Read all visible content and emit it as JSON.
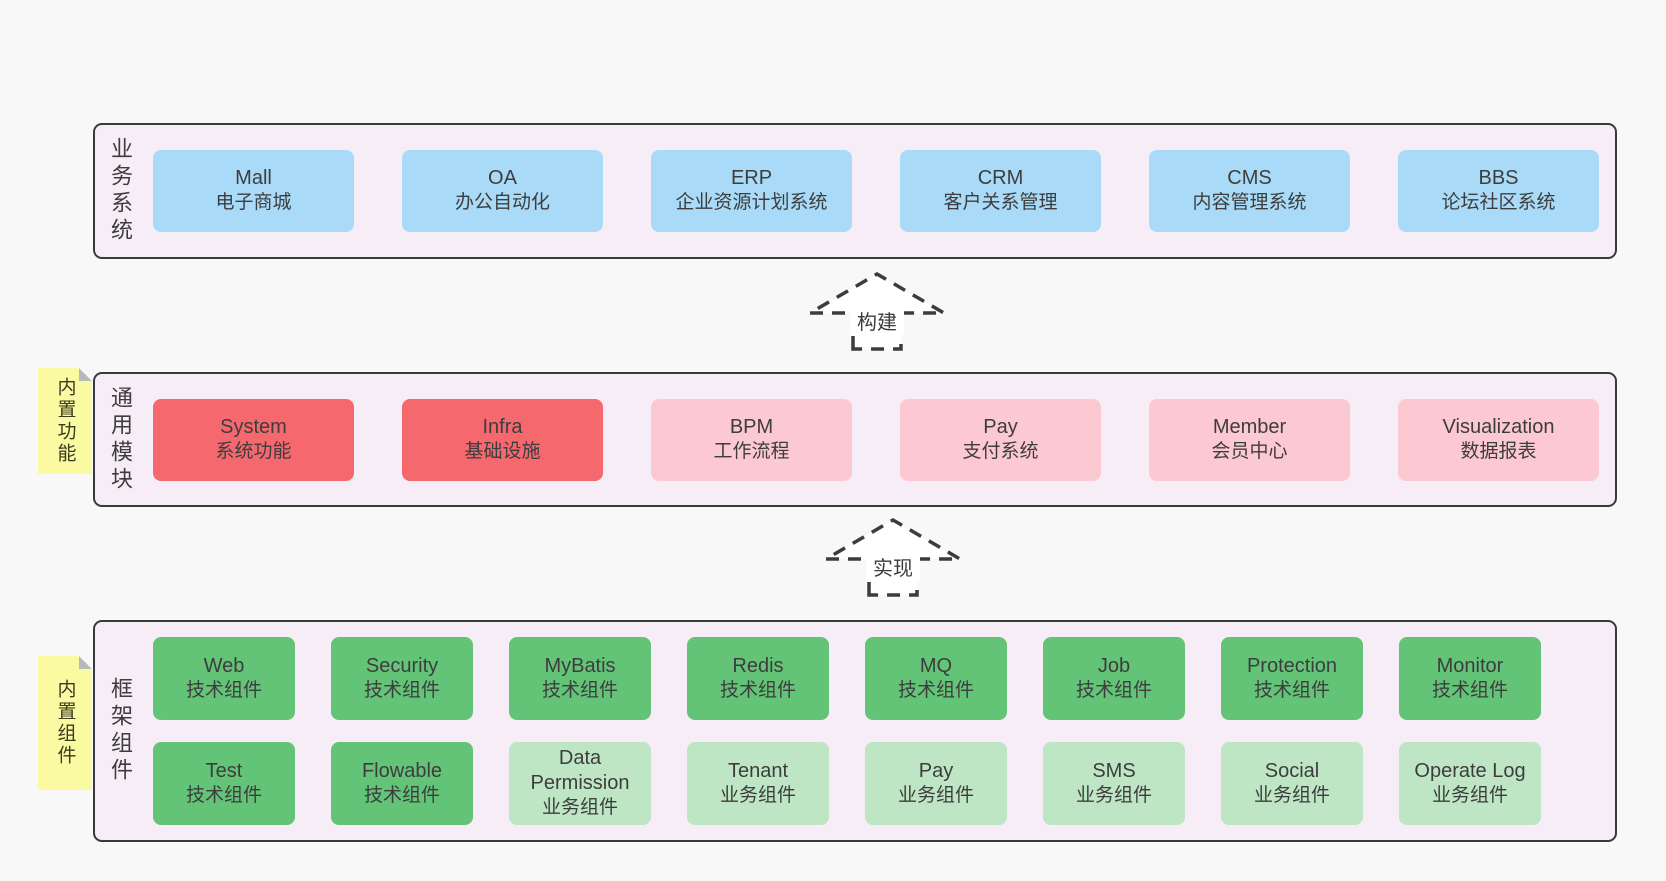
{
  "colors": {
    "page_bg": "#f8f8f8",
    "panel_bg": "#f7edf6",
    "panel_border": "#3a3a3a",
    "box_blue": "#a9dbf8",
    "box_red": "#f5686e",
    "box_pink": "#fcc9d2",
    "box_green": "#63c478",
    "box_green_light": "#bee6c5",
    "tab_bg": "#fafaa3",
    "tab_fold": "#b9b9b9",
    "text": "#3d3d3d",
    "arrow": "#3c3c3c"
  },
  "layers": [
    {
      "id": "business-systems",
      "label": "业务系统",
      "tab": "",
      "rows": [
        [
          {
            "name": "Mall",
            "desc": "电子商城",
            "color": "blue"
          },
          {
            "name": "OA",
            "desc": "办公自动化",
            "color": "blue"
          },
          {
            "name": "ERP",
            "desc": "企业资源计划系统",
            "color": "blue"
          },
          {
            "name": "CRM",
            "desc": "客户关系管理",
            "color": "blue"
          },
          {
            "name": "CMS",
            "desc": "内容管理系统",
            "color": "blue"
          },
          {
            "name": "BBS",
            "desc": "论坛社区系统",
            "color": "blue"
          }
        ]
      ]
    },
    {
      "id": "common-modules",
      "label": "通用模块",
      "tab": "内置功能",
      "rows": [
        [
          {
            "name": "System",
            "desc": "系统功能",
            "color": "red"
          },
          {
            "name": "Infra",
            "desc": "基础设施",
            "color": "red"
          },
          {
            "name": "BPM",
            "desc": "工作流程",
            "color": "pink"
          },
          {
            "name": "Pay",
            "desc": "支付系统",
            "color": "pink"
          },
          {
            "name": "Member",
            "desc": "会员中心",
            "color": "pink"
          },
          {
            "name": "Visualization",
            "desc": "数据报表",
            "color": "pink"
          }
        ]
      ]
    },
    {
      "id": "framework-components",
      "label": "框架组件",
      "tab": "内置组件",
      "rows": [
        [
          {
            "name": "Web",
            "desc": "技术组件",
            "color": "green"
          },
          {
            "name": "Security",
            "desc": "技术组件",
            "color": "green"
          },
          {
            "name": "MyBatis",
            "desc": "技术组件",
            "color": "green"
          },
          {
            "name": "Redis",
            "desc": "技术组件",
            "color": "green"
          },
          {
            "name": "MQ",
            "desc": "技术组件",
            "color": "green"
          },
          {
            "name": "Job",
            "desc": "技术组件",
            "color": "green"
          },
          {
            "name": "Protection",
            "desc": "技术组件",
            "color": "green"
          },
          {
            "name": "Monitor",
            "desc": "技术组件",
            "color": "green"
          }
        ],
        [
          {
            "name": "Test",
            "desc": "技术组件",
            "color": "green"
          },
          {
            "name": "Flowable",
            "desc": "技术组件",
            "color": "green"
          },
          {
            "name": "Data Permission",
            "desc": "业务组件",
            "color": "green_light"
          },
          {
            "name": "Tenant",
            "desc": "业务组件",
            "color": "green_light"
          },
          {
            "name": "Pay",
            "desc": "业务组件",
            "color": "green_light"
          },
          {
            "name": "SMS",
            "desc": "业务组件",
            "color": "green_light"
          },
          {
            "name": "Social",
            "desc": "业务组件",
            "color": "green_light"
          },
          {
            "name": "Operate Log",
            "desc": "业务组件",
            "color": "green_light"
          }
        ]
      ]
    }
  ],
  "arrows": [
    {
      "label": "构建"
    },
    {
      "label": "实现"
    }
  ]
}
